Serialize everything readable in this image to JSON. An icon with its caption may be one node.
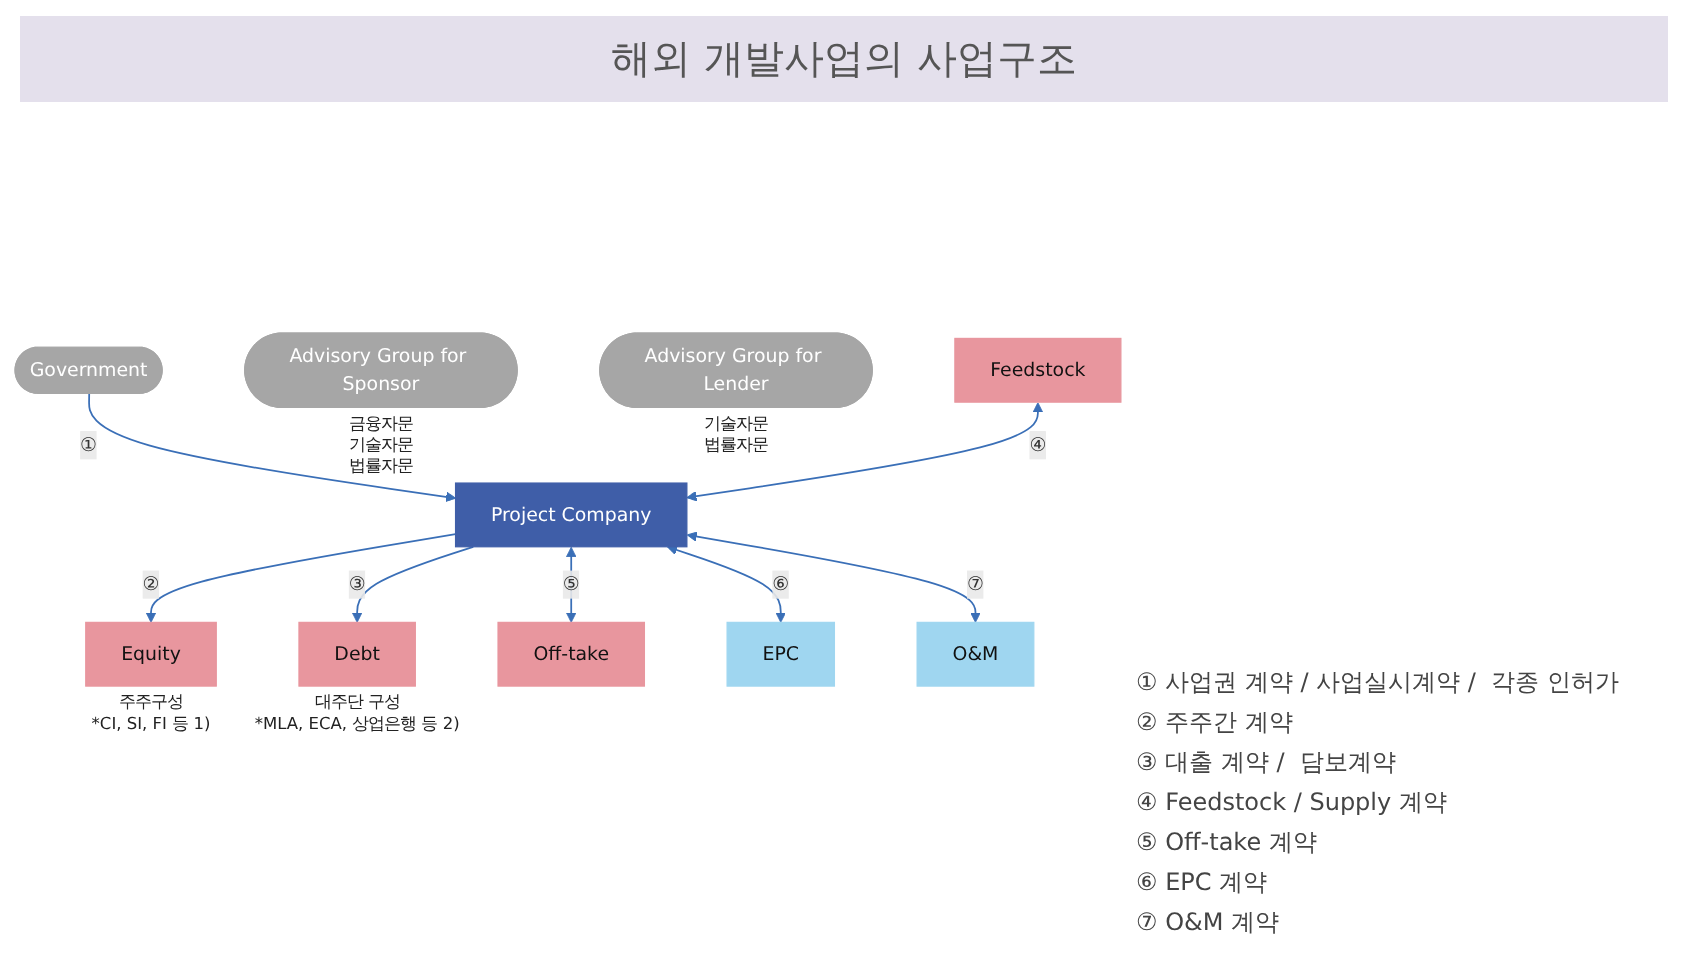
{
  "diagram": {
    "title": "해외 개발사업의 사업구조",
    "nodes": [
      {
        "text": [
          "Government"
        ]
      },
      {
        "text": [
          "Advisory Group for Sponsor"
        ],
        "beside": [
          "금융자문",
          "기술자문",
          "법률자문"
        ]
      },
      {
        "text": [
          "Equity"
        ],
        "beside": [
          "주주구성",
          "*CI, SI, FI 등 1)"
        ]
      },
      {
        "text": [
          "Debt"
        ],
        "beside": [
          "대주단 구성",
          "*MLA, ECA, 상업은행 등 2)"
        ]
      },
      {
        "text": [
          "Advisory Group for Lender"
        ],
        "beside": [
          "기술자문",
          "법률자문"
        ]
      },
      {
        "text": [
          "Feedstock"
        ]
      },
      {
        "text": [
          "Project Company"
        ]
      },
      {
        "text": [
          "Off-take"
        ]
      },
      {
        "text": [
          "EPC"
        ]
      },
      {
        "text": [
          "O&M"
        ]
      }
    ],
    "edges": [
      {
        "from": 0,
        "to": 6,
        "arrow": "to",
        "label": "①"
      },
      {
        "from": 6,
        "to": 2,
        "arrow": "to",
        "label": "②"
      },
      {
        "from": 6,
        "to": 3,
        "arrow": "to",
        "label": "③"
      },
      {
        "from": 5,
        "to": 6,
        "arrow": "both",
        "label": "④"
      },
      {
        "from": 6,
        "to": 7,
        "arrow": "both",
        "label": "⑤"
      },
      {
        "from": 6,
        "to": 8,
        "arrow": "both",
        "label": "⑥"
      },
      {
        "from": 6,
        "to": 9,
        "arrow": "both",
        "label": "⑦"
      }
    ],
    "labels": [
      "① 사업권 계약 / 사업실시계약 /  각종 인허가",
      "② 주주간 계약",
      "③ 대출 계약 /  담보계약",
      "④ Feedstock / Supply 계약",
      "⑤ Off-take 계약",
      "⑥ EPC 계약",
      "⑦ O&M 계약"
    ]
  }
}
